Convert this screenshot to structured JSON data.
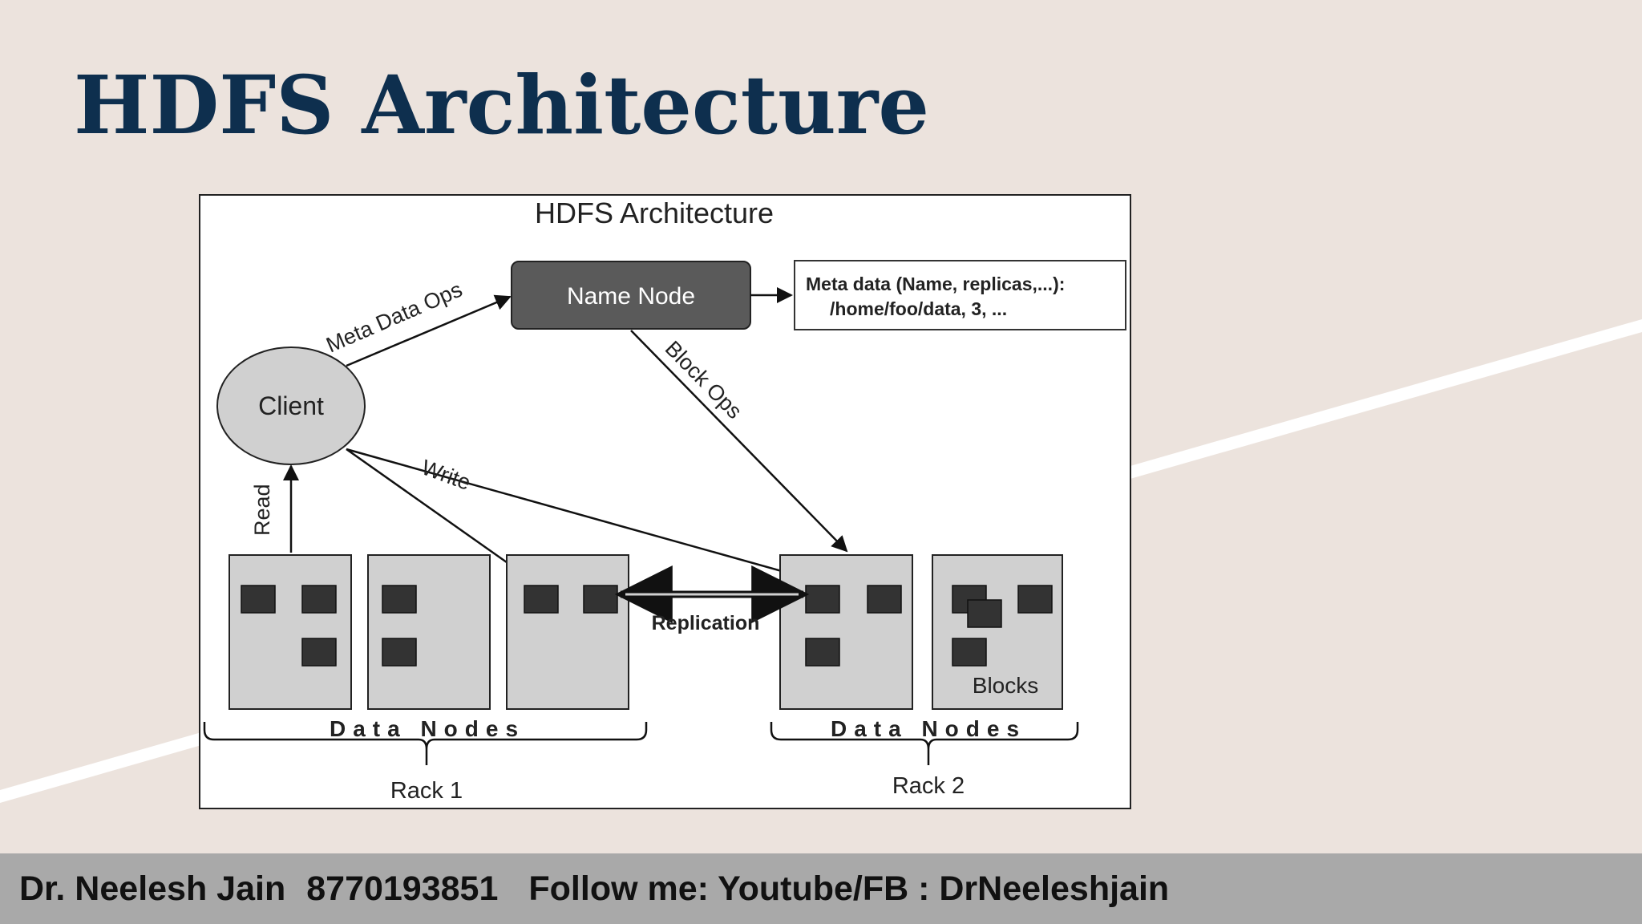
{
  "slide": {
    "title": "HDFS Architecture"
  },
  "diagram": {
    "title": "HDFS Architecture",
    "client": "Client",
    "name_node": "Name Node",
    "metadata_line1": "Meta data (Name, replicas,...):",
    "metadata_line2": "/home/foo/data,  3, ...",
    "meta_data_ops": "Meta Data Ops",
    "block_ops": "Block Ops",
    "read": "Read",
    "write": "Write",
    "replication": "Replication",
    "blocks": "Blocks",
    "rack1_data_nodes": "Data Nodes",
    "rack2_data_nodes": "Data Nodes",
    "rack1": "Rack 1",
    "rack2": "Rack 2"
  },
  "footer": {
    "author": "Dr. Neelesh Jain",
    "phone": "8770193851",
    "follow": "Follow me: Youtube/FB : DrNeeleshjain"
  },
  "colors": {
    "background": "#ece3dd",
    "title": "#0e2f4e",
    "footer_bg": "#a9a9a9",
    "name_node_fill": "#5a5a5a",
    "node_fill": "#d0d0d0",
    "block_fill": "#333333"
  }
}
